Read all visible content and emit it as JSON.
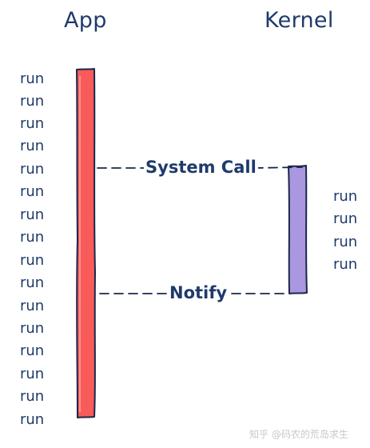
{
  "columns": {
    "app": "App",
    "kernel": "Kernel"
  },
  "run_label": "run",
  "app_runs": [
    "run",
    "run",
    "run",
    "run",
    "run",
    "run",
    "run",
    "run",
    "run",
    "run",
    "run",
    "run",
    "run",
    "run",
    "run",
    "run"
  ],
  "kernel_runs": [
    "run",
    "run",
    "run",
    "run"
  ],
  "arrows": {
    "system_call": "System Call",
    "notify": "Notify"
  },
  "colors": {
    "app_bar": "#f95b5b",
    "kernel_bar": "#a997e0",
    "ink": "#1f3a6b",
    "outline": "#1a2747"
  },
  "watermark": "知乎 @码农的荒岛求生"
}
